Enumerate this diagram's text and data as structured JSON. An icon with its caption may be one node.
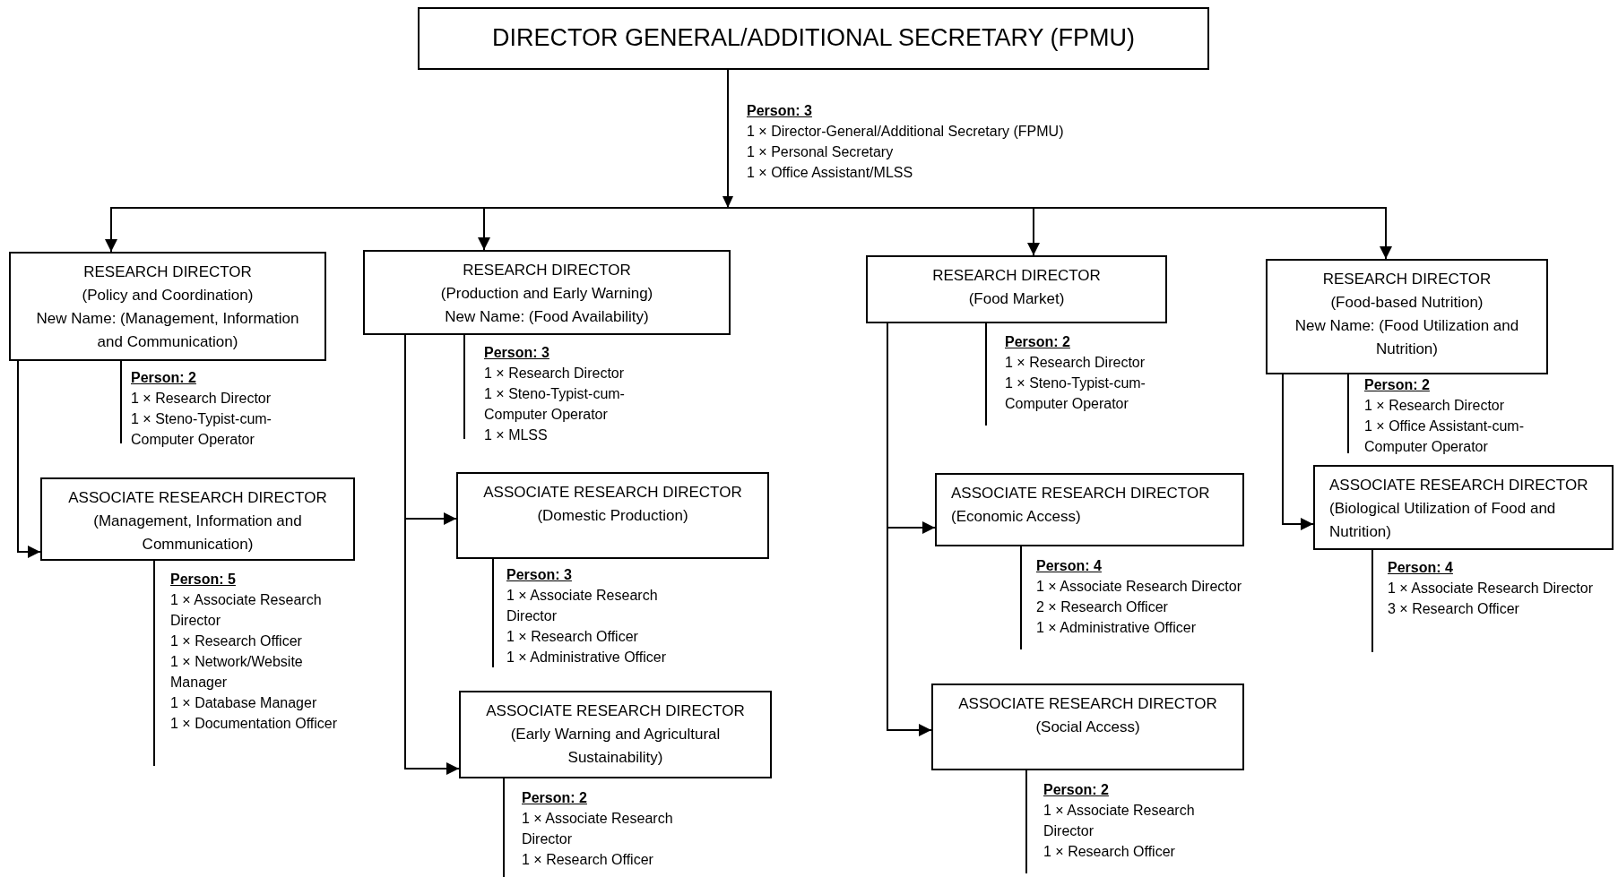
{
  "diagram": {
    "nodes": [
      {
        "text": [
          "DIRECTOR GENERAL/ADDITIONAL SECRETARY (FPMU)"
        ],
        "beside": [
          "Person: 3",
          "1 × Director-General/Additional Secretary (FPMU)",
          "1 × Personal Secretary",
          "1 × Office Assistant/MLSS"
        ]
      },
      {
        "text": [
          "RESEARCH DIRECTOR",
          "(Policy and Coordination)",
          "New Name: (Management, Information and Communication)"
        ],
        "beside": [
          "Person: 2",
          "1 × Research Director",
          "1 × Steno-Typist-cum- Computer Operator"
        ]
      },
      {
        "text": [
          "RESEARCH DIRECTOR",
          "(Production and Early Warning)",
          "New Name: (Food Availability)"
        ],
        "beside": [
          "Person: 3",
          "1 × Research Director",
          "1 × Steno-Typist-cum- Computer Operator",
          "1 × MLSS"
        ]
      },
      {
        "text": [
          "RESEARCH DIRECTOR",
          "(Food Market)"
        ],
        "beside": [
          "Person: 2",
          "1 × Research Director",
          "1 × Steno-Typist-cum- Computer Operator"
        ]
      },
      {
        "text": [
          "RESEARCH DIRECTOR",
          "(Food-based Nutrition)",
          "New Name: (Food Utilization and Nutrition)"
        ],
        "beside": [
          "Person: 2",
          "1 × Research Director",
          "1 × Office Assistant-cum- Computer Operator"
        ]
      },
      {
        "text": [
          "ASSOCIATE RESEARCH DIRECTOR",
          "(Management, Information and Communication)"
        ],
        "beside": [
          "Person: 5",
          "1 × Associate Research Director",
          "1 × Research Officer",
          "1 × Network/Website Manager",
          "1 × Database Manager",
          "1 × Documentation Officer"
        ]
      },
      {
        "text": [
          "ASSOCIATE RESEARCH DIRECTOR",
          "(Domestic Production)"
        ],
        "beside": [
          "Person: 3",
          "1 × Associate Research Director",
          "1 × Research Officer",
          "1 × Administrative Officer"
        ]
      },
      {
        "text": [
          "ASSOCIATE RESEARCH DIRECTOR",
          "(Early Warning and Agricultural Sustainability)"
        ],
        "beside": [
          "Person: 2",
          "1 × Associate Research Director",
          "1 × Research Officer"
        ]
      },
      {
        "text": [
          "ASSOCIATE RESEARCH DIRECTOR",
          "(Economic Access)"
        ],
        "beside": [
          "Person: 4",
          "1 × Associate Research Director",
          "2 × Research Officer",
          "1 × Administrative Officer"
        ]
      },
      {
        "text": [
          "ASSOCIATE RESEARCH DIRECTOR",
          "(Social Access)"
        ],
        "beside": [
          "Person: 2",
          "1 × Associate Research Director",
          "1 × Research Officer"
        ]
      },
      {
        "text": [
          "ASSOCIATE RESEARCH DIRECTOR",
          "(Biological Utilization of Food and Nutrition)"
        ],
        "beside": [
          "Person: 4",
          "1 × Associate Research Director",
          "3 × Research Officer"
        ]
      }
    ],
    "edges": [
      {
        "from": 0,
        "to": 1,
        "arrow": "to"
      },
      {
        "from": 0,
        "to": 2,
        "arrow": "to"
      },
      {
        "from": 0,
        "to": 3,
        "arrow": "to"
      },
      {
        "from": 0,
        "to": 4,
        "arrow": "to"
      },
      {
        "from": 1,
        "to": 5,
        "arrow": "to"
      },
      {
        "from": 2,
        "to": 6,
        "arrow": "to"
      },
      {
        "from": 2,
        "to": 7,
        "arrow": "to"
      },
      {
        "from": 3,
        "to": 8,
        "arrow": "to"
      },
      {
        "from": 3,
        "to": 9,
        "arrow": "to"
      },
      {
        "from": 4,
        "to": 10,
        "arrow": "to"
      }
    ]
  }
}
